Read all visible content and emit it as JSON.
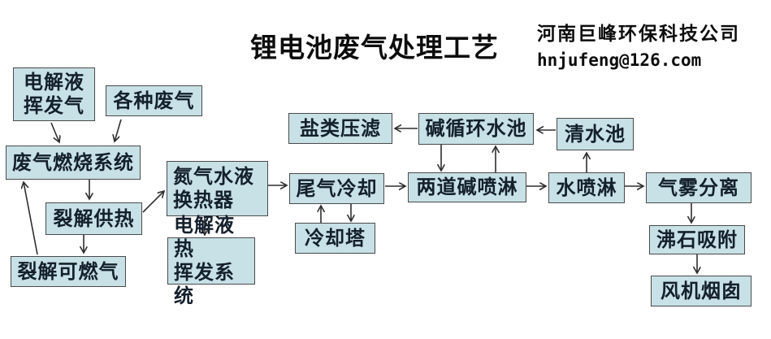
{
  "title": "锂电池废气处理工艺",
  "header": {
    "company": "河南巨峰环保科技公司",
    "email": "hnjufeng@126.com"
  },
  "colors": {
    "box_fill": "#c7e1e6",
    "box_border": "#4a4a4a",
    "arrow": "#2e2e2e",
    "text": "#14202c",
    "background": "#ffffff"
  },
  "nodes": {
    "electrolyte_volatile_gas": {
      "label": "电解液\n挥发气"
    },
    "various_waste_gas": {
      "label": "各种废气"
    },
    "waste_gas_combustion": {
      "label": "废气燃烧系统"
    },
    "pyrolysis_heat_supply": {
      "label": "裂解供热"
    },
    "pyrolysis_fuel_gas": {
      "label": "裂解可燃气"
    },
    "nitrogen_water_heat_exchanger": {
      "label": "氮气水液\n换热器"
    },
    "electrolyte_thermal_volatilization": {
      "label": "电解液热\n挥发系统"
    },
    "tail_gas_cooling": {
      "label": "尾气冷却"
    },
    "cooling_tower": {
      "label": "冷却塔"
    },
    "salt_press_filtration": {
      "label": "盐类压滤"
    },
    "alkali_circulation_pool": {
      "label": "碱循环水池"
    },
    "double_alkali_spray": {
      "label": "两道碱喷淋"
    },
    "clean_water_pool": {
      "label": "清水池"
    },
    "water_spray": {
      "label": "水喷淋"
    },
    "gas_mist_separation": {
      "label": "气雾分离"
    },
    "zeolite_adsorption": {
      "label": "沸石吸附"
    },
    "fan_chimney": {
      "label": "风机烟囱"
    }
  },
  "edges": [
    {
      "from": "electrolyte_volatile_gas",
      "to": "waste_gas_combustion"
    },
    {
      "from": "various_waste_gas",
      "to": "waste_gas_combustion"
    },
    {
      "from": "waste_gas_combustion",
      "to": "pyrolysis_heat_supply"
    },
    {
      "from": "pyrolysis_heat_supply",
      "to": "pyrolysis_fuel_gas"
    },
    {
      "from": "pyrolysis_fuel_gas",
      "to": "waste_gas_combustion"
    },
    {
      "from": "pyrolysis_heat_supply",
      "to": "nitrogen_water_heat_exchanger"
    },
    {
      "from": "nitrogen_water_heat_exchanger",
      "to": "electrolyte_thermal_volatilization"
    },
    {
      "from": "nitrogen_water_heat_exchanger",
      "to": "tail_gas_cooling"
    },
    {
      "from": "cooling_tower",
      "to": "tail_gas_cooling"
    },
    {
      "from": "tail_gas_cooling",
      "to": "cooling_tower"
    },
    {
      "from": "tail_gas_cooling",
      "to": "double_alkali_spray"
    },
    {
      "from": "alkali_circulation_pool",
      "to": "double_alkali_spray"
    },
    {
      "from": "double_alkali_spray",
      "to": "alkali_circulation_pool"
    },
    {
      "from": "alkali_circulation_pool",
      "to": "salt_press_filtration"
    },
    {
      "from": "clean_water_pool",
      "to": "alkali_circulation_pool"
    },
    {
      "from": "double_alkali_spray",
      "to": "water_spray"
    },
    {
      "from": "water_spray",
      "to": "clean_water_pool"
    },
    {
      "from": "water_spray",
      "to": "gas_mist_separation"
    },
    {
      "from": "gas_mist_separation",
      "to": "zeolite_adsorption"
    },
    {
      "from": "zeolite_adsorption",
      "to": "fan_chimney"
    }
  ]
}
